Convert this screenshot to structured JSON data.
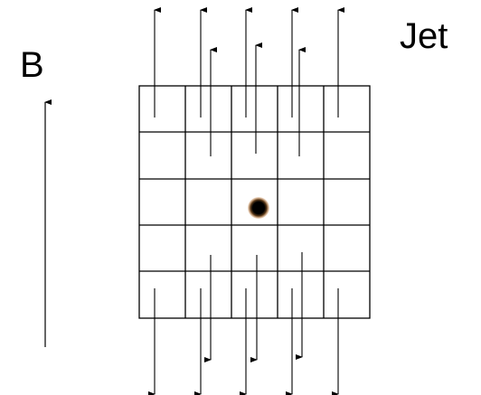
{
  "labels": {
    "field": "B",
    "title": "Jet"
  },
  "diagram": {
    "grid_rows": 5,
    "grid_cols": 5,
    "line_color": "#000000",
    "particle_color": "#000000",
    "particle_glow": "#c8762a",
    "upward_arrow_rows": [
      "top",
      "second"
    ],
    "downward_arrow_rows": [
      "fourth",
      "bottom"
    ],
    "field_arrow_direction": "up"
  }
}
